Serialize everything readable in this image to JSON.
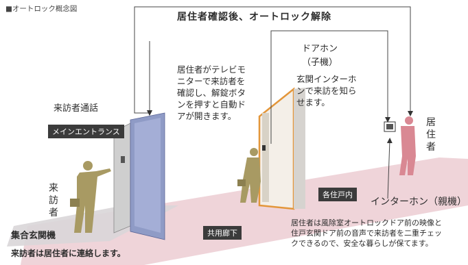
{
  "diagram": {
    "title": "■オートロック概念図",
    "top_caption": "居住者確認後、オートロック解除",
    "intercom_label": "ドアホン\n（子機）",
    "intercom_desc": "玄関インターホ\nンで来訪を知ら\nせます。",
    "resident_monitor_desc": "居住者がテレビモ\nニターで来訪者を\n確認し、解錠ボタ\nンを押すと自動ド\nアが開きます。",
    "visitor_call": "来訪者通話",
    "main_entrance": "メインエントランス",
    "visitor_vertical": [
      "来",
      "訪",
      "者"
    ],
    "resident_vertical": [
      "居",
      "住",
      "者"
    ],
    "each_unit": "各住戸内",
    "intercom_master": "インターホン（親機）",
    "common_corridor": "共用廊下",
    "collective_entrance_unit": "集合玄関機",
    "visitor_note": "来訪者は居住者に連絡します。",
    "resident_note": "居住者は風除室オートロックドア前の映像と\n住戸玄関ドア前の音声で来訪者を二重チェッ\nクできるので、安全な暮らしが保てます。"
  },
  "colors": {
    "floor_pink": "#e9c9cf",
    "door_blue": "#8f9bc6",
    "door_orange": "#e3963a",
    "resident_pink": "#d98893",
    "visitor_olive": "#a89a63"
  }
}
